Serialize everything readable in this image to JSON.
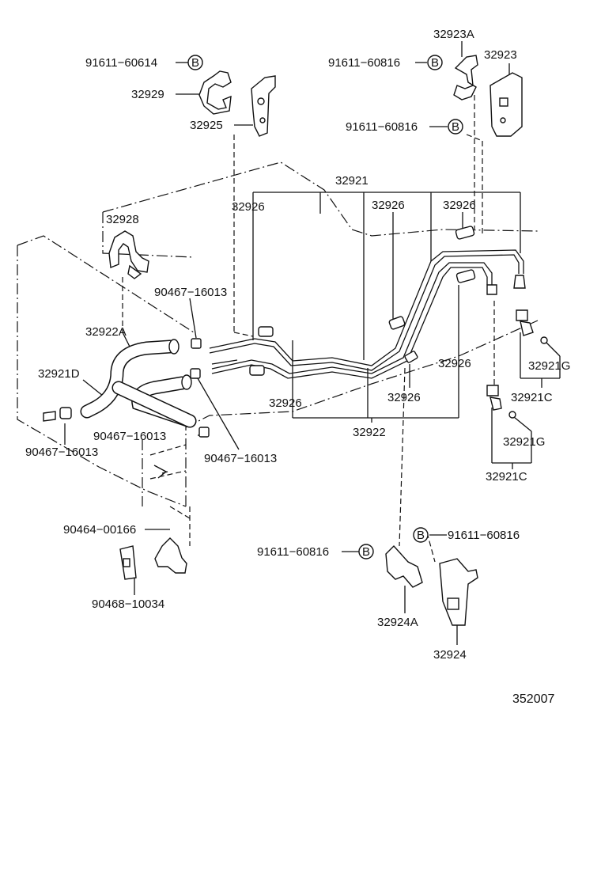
{
  "labels": {
    "p91611_60614": "91611−60614",
    "p32929": "32929",
    "p32925": "32925",
    "p32923A": "32923A",
    "p91611_60816_a": "91611−60816",
    "p32923": "32923",
    "p91611_60816_b": "91611−60816",
    "p32921": "32921",
    "p32926_a": "32926",
    "p32926_b": "32926",
    "p32926_c": "32926",
    "p32928": "32928",
    "p90467_16013_a": "90467−16013",
    "p32922A": "32922A",
    "p32921D": "32921D",
    "p90467_16013_b": "90467−16013",
    "p90467_16013_c": "90467−16013",
    "p90467_16013_d": "90467−16013",
    "p32926_d": "32926",
    "p32926_e": "32926",
    "p32926_f": "32926",
    "p32922": "32922",
    "p32921G_a": "32921G",
    "p32921C_a": "32921C",
    "p32921G_b": "32921G",
    "p32921C_b": "32921C",
    "p90464_00166": "90464−00166",
    "p90468_10034": "90468−10034",
    "p91611_60816_c": "91611−60816",
    "p91611_60816_d": "91611−60816",
    "p32924A": "32924A",
    "p32924": "32924",
    "ref": "352007"
  },
  "markers": {
    "b": "B"
  }
}
